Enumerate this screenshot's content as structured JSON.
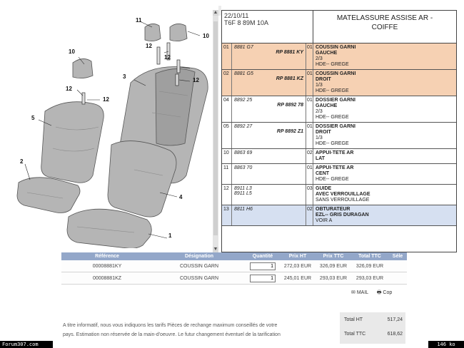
{
  "callouts": [
    "11",
    "10",
    "10",
    "12",
    "12",
    "12",
    "12",
    "12",
    "3",
    "5",
    "2",
    "4",
    "1"
  ],
  "parts_table": {
    "date": "22/10/11",
    "code": "T6F 8 89M 10A",
    "title_line1": "MATELASSURE ASSISE AR -",
    "title_line2": "COIFFE",
    "rows": [
      {
        "pos": "01",
        "ref1": "8881 G7",
        "ref2": "RP 8881 KY",
        "qty": "01",
        "desc": [
          "COUSSIN GARNI",
          "GAUCHE",
          "2/3",
          "HDE-- GREGE"
        ],
        "bg": "#f6d1b3"
      },
      {
        "pos": "02",
        "ref1": "8881 G5",
        "ref2": "RP 8881 KZ",
        "qty": "01",
        "desc": [
          "COUSSIN GARNI",
          "DROIT",
          "1/3",
          "HDE-- GREGE"
        ],
        "bg": "#f6d1b3"
      },
      {
        "pos": "04",
        "ref1": "8892 25",
        "ref2": "RP 8892 78",
        "qty": "01",
        "desc": [
          "DOSSIER GARNI",
          "GAUCHE",
          "2/3",
          "HDE-- GREGE"
        ],
        "bg": "#ffffff"
      },
      {
        "pos": "05",
        "ref1": "8892 27",
        "ref2": "RP 8892 Z1",
        "qty": "01",
        "desc": [
          "DOSSIER GARNI",
          "DROIT",
          "1/3",
          "HDE-- GREGE"
        ],
        "bg": "#ffffff"
      },
      {
        "pos": "10",
        "ref1": "8863 69",
        "ref2": "",
        "qty": "02",
        "desc": [
          "APPUI-TETE AR",
          "LAT"
        ],
        "bg": "#ffffff"
      },
      {
        "pos": "11",
        "ref1": "8863 70",
        "ref2": "",
        "qty": "01",
        "desc": [
          "APPUI-TETE AR",
          "CENT",
          "HDE-- GREGE"
        ],
        "bg": "#ffffff"
      },
      {
        "pos": "12",
        "ref1": "8911 L3",
        "ref2": "8911 L5",
        "qty": "03",
        "desc": [
          "GUIDE",
          "AVEC VERROUILLAGE",
          "SANS VERROUILLAGE"
        ],
        "bg": "#ffffff"
      },
      {
        "pos": "13",
        "ref1": "8811 H6",
        "ref2": "",
        "qty": "02",
        "desc": [
          "OBTURATEUR",
          "EZL-- GRIS DURAGAN",
          "VOIR A"
        ],
        "bg": "#d6e0f1"
      }
    ]
  },
  "order_table": {
    "headers": [
      "Référence",
      "Désignation",
      "Quantité",
      "Prix HT",
      "Prix TTC",
      "Total TTC",
      "Séle"
    ],
    "rows": [
      {
        "ref": "00008881KY",
        "desig": "COUSSIN GARN",
        "qty": "1",
        "ht": "272,03 EUR",
        "ttc": "326,09 EUR",
        "total": "326,09 EUR"
      },
      {
        "ref": "00008881KZ",
        "desig": "COUSSIN GARN",
        "qty": "1",
        "ht": "245,01 EUR",
        "ttc": "293,03 EUR",
        "total": "293,03 EUR"
      }
    ]
  },
  "actions": {
    "mail": "MAIL",
    "cart": "Cop"
  },
  "note_line1": "A titre informatif, nous vous indiquons les tarifs Pièces de rechange maximum conseillés de votre",
  "note_line2": "pays. Estimation non réservée de la main-d'oeuvre. Le futur changement éventuel de la tarification",
  "totals": {
    "ht_label": "Total HT",
    "ht_value": "517,24",
    "ttc_label": "Total TTC",
    "ttc_value": "618,62"
  },
  "footer": {
    "left": "Forum307.com",
    "right": "146 ko"
  }
}
